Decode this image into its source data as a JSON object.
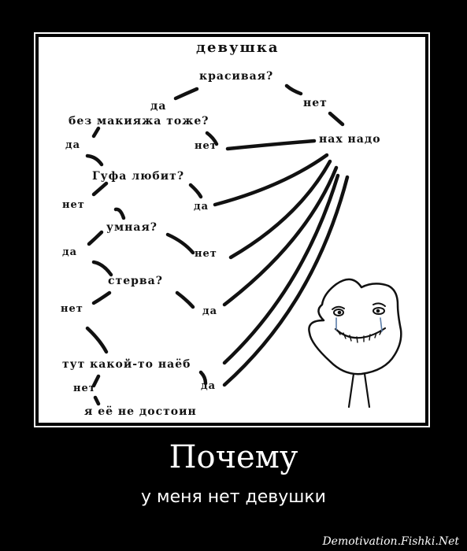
{
  "diagram": {
    "title": "девушка",
    "q_pretty": "красивая?",
    "a_pretty_yes": "да",
    "a_pretty_no": "нет",
    "result_no_need": "нах надо",
    "q_no_makeup": "без макияжа тоже?",
    "a_makeup_yes": "да",
    "a_makeup_no": "нет",
    "q_likes_gufa": "Гуфа любит?",
    "a_gufa_no": "нет",
    "a_gufa_yes": "да",
    "q_smart": "умная?",
    "a_smart_yes": "да",
    "a_smart_no": "нет",
    "q_bitch": "стерва?",
    "a_bitch_no": "нет",
    "a_bitch_yes": "да",
    "q_scam": "тут какой-то наёб",
    "a_scam_no": "нет",
    "a_scam_yes": "да",
    "result_not_worthy": "я её не достоин"
  },
  "caption": {
    "title": "Почему",
    "subtitle": "у меня нет девушки"
  },
  "watermark": "Demotivation.Fishki.Net",
  "colors": {
    "background": "#000000",
    "panel": "#ffffff",
    "ink": "#111111"
  },
  "icons": {
    "character": "forever-alone-face"
  }
}
